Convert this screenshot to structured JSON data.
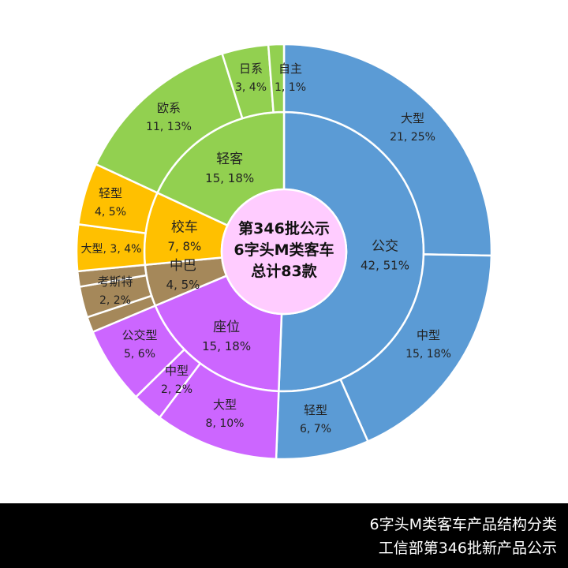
{
  "chart_data": {
    "type": "sunburst",
    "title": "6字头M类客车产品结构分类",
    "subtitle": "工信部第346批新产品公示",
    "center_label": [
      "第346批公示",
      "6字头M类客车",
      "总计83款"
    ],
    "total": 83,
    "colors": {
      "公交": "#5b9bd5",
      "座位": "#cc66ff",
      "中巴": "#a5885a",
      "校车": "#ffc000",
      "轻客": "#92d050",
      "center": "#ffccff"
    },
    "series": [
      {
        "name": "公交",
        "value": 42,
        "percent": "51%",
        "children": [
          {
            "name": "大型",
            "value": 21,
            "percent": "25%"
          },
          {
            "name": "中型",
            "value": 15,
            "percent": "18%"
          },
          {
            "name": "轻型",
            "value": 6,
            "percent": "7%"
          }
        ]
      },
      {
        "name": "座位",
        "value": 15,
        "percent": "18%",
        "children": [
          {
            "name": "大型",
            "value": 8,
            "percent": "10%"
          },
          {
            "name": "中型",
            "value": 2,
            "percent": "2%"
          },
          {
            "name": "公交型",
            "value": 5,
            "percent": "6%"
          }
        ]
      },
      {
        "name": "中巴",
        "value": 4,
        "percent": "5%",
        "children": [
          {
            "name": "",
            "value": 1,
            "percent": ""
          },
          {
            "name": "考斯特",
            "value": 2,
            "percent": "2%"
          },
          {
            "name": "",
            "value": 1,
            "percent": ""
          }
        ]
      },
      {
        "name": "校车",
        "value": 7,
        "percent": "8%",
        "children": [
          {
            "name": "大型",
            "value": 3,
            "percent": "4%"
          },
          {
            "name": "轻型",
            "value": 4,
            "percent": "5%"
          }
        ]
      },
      {
        "name": "轻客",
        "value": 15,
        "percent": "18%",
        "children": [
          {
            "name": "欧系",
            "value": 11,
            "percent": "13%"
          },
          {
            "name": "日系",
            "value": 3,
            "percent": "4%"
          },
          {
            "name": "自主",
            "value": 1,
            "percent": "1%"
          }
        ]
      }
    ]
  },
  "footer": {
    "line1": "6字头M类客车产品结构分类",
    "line2": "工信部第346批新产品公示"
  }
}
